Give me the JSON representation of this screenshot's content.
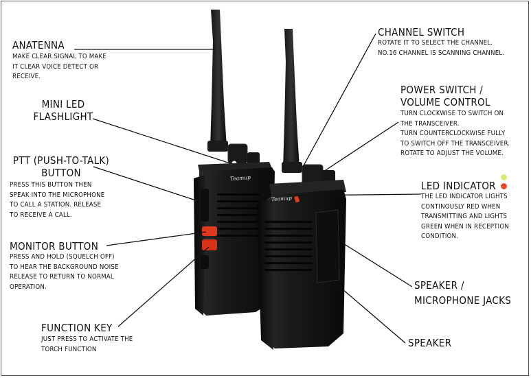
{
  "colors": {
    "body": "#111111",
    "accent_red": "#e0391f",
    "led_green": "#d7ec6a",
    "led_red": "#ec4a25",
    "line": "#111111"
  },
  "brand": "Teamup",
  "labels": {
    "antenna": {
      "title": "ANATENNA",
      "desc": [
        "MAKE CLEAR SIGNAL TO MAKE",
        "IT CLEAR VOICE DETECT OR",
        "RECEIVE."
      ]
    },
    "flashlight": {
      "title": [
        "MINI LED",
        "FLASHLIGHT"
      ]
    },
    "ptt": {
      "title": [
        "PTT (PUSH-TO-TALK)",
        "BUTTON"
      ],
      "desc": [
        "PRESS THIS BUTTON THEN",
        "SPEAK INTO THE MICROPHONE",
        "TO CALL A STATION. RELEASE",
        "TO RECEIVE A CALL."
      ]
    },
    "monitor": {
      "title": "MONITOR BUTTON",
      "desc": [
        "PRESS AND HOLD (SQUELCH OFF)",
        "TO HEAR THE BACKGROUND NOISE",
        "RELEASE TO RETURN TO NORMAL",
        "OPERATION."
      ]
    },
    "function": {
      "title": "FUNCTION KEY",
      "desc": [
        "JUST PRESS TO ACTIVATE THE",
        "TORCH FUNCTION"
      ]
    },
    "channel": {
      "title": "CHANNEL SWITCH",
      "desc": [
        "ROTATE IT TO SELECT THE CHANNEL.",
        "NO.16 CHANNEL IS SCANNING CHANNEL."
      ]
    },
    "power": {
      "title": [
        "POWER SWITCH /",
        "VOLUME CONTROL"
      ],
      "desc": [
        "TURN CLOCKWISE TO SWITCH ON",
        "THE TRANSCEIVER.",
        "TURN COUNTERCLOCKWISE FULLY",
        "TO SWITCH OFF THE TRANSCEIVER.",
        "ROTATE TO ADJUST THE VOLUME."
      ]
    },
    "led": {
      "title": "LED INDICATOR",
      "desc": [
        "THE LED INDICATOR LIGHTS",
        "CONTINOUSLY RED WHEN",
        "TRANSMITTING AND LIGHTS",
        "GREEN WHEN IN RECEPTION",
        "CONDITION."
      ]
    },
    "jacks": {
      "title": [
        "SPEAKER /",
        "MICROPHONE JACKS"
      ]
    },
    "speaker": {
      "title": "SPEAKER"
    }
  }
}
